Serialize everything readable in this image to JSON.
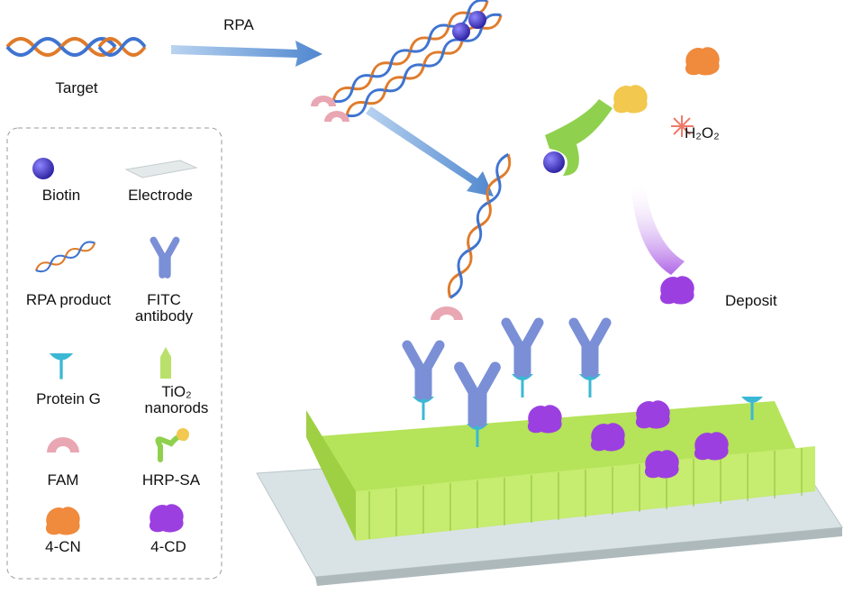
{
  "top": {
    "target_label": "Target",
    "arrow_label": "RPA",
    "h2o2_label": "H₂O₂",
    "deposit_label": "Deposit"
  },
  "legend": {
    "items": [
      {
        "label": "Biotin",
        "icon": "biotin-sphere-icon",
        "color": "#3b2fc4"
      },
      {
        "label": "Electrode",
        "icon": "electrode-plate-icon",
        "color": "#dfe5e6"
      },
      {
        "label": "RPA product",
        "icon": "dna-helix-icon",
        "color": "#e07b2a"
      },
      {
        "label": "FITC",
        "label2": "antibody",
        "icon": "antibody-icon",
        "color": "#7a8fd6"
      },
      {
        "label": "Protein G",
        "icon": "protein-g-icon",
        "color": "#3bb8d4"
      },
      {
        "label": "TiO₂",
        "label2": "nanorods",
        "icon": "nanorod-icon",
        "color": "#b9e06a"
      },
      {
        "label": "FAM",
        "icon": "fam-icon",
        "color": "#e9a6b3"
      },
      {
        "label": "HRP-SA",
        "icon": "hrp-sa-icon",
        "color": "#8fd14f"
      },
      {
        "label": "4-CN",
        "icon": "4cn-icon",
        "color": "#f08a3c"
      },
      {
        "label": "4-CD",
        "icon": "4cd-icon",
        "color": "#9c3fe0"
      }
    ]
  },
  "colors": {
    "arrow": "#6a9fd8",
    "dna_orange": "#e07b2a",
    "dna_blue": "#3f74d0",
    "nanorod": "#b5e35a",
    "deposit": "#9c3fe0"
  }
}
